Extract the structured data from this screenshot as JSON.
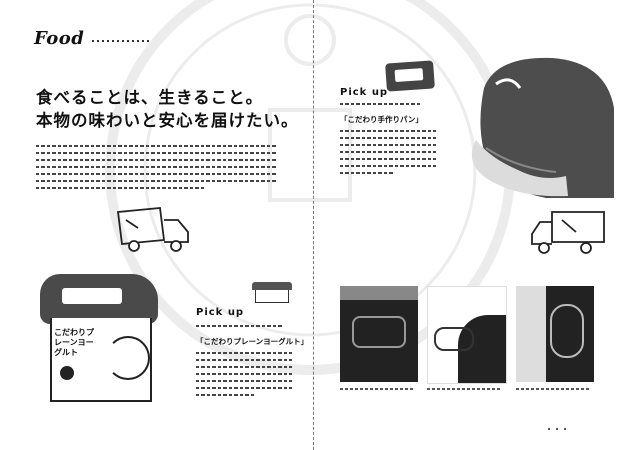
{
  "spread": {
    "left": {
      "section_title": "Food",
      "headline_line1": "食べることは、生きること。",
      "headline_line2": "本物の味わいと安心を届けたい。",
      "product": {
        "tag": "Pick up",
        "title": "「こだわりプレーンヨーグルト」",
        "tub_label": "こだわりプレーンヨーグルト"
      }
    },
    "right": {
      "product": {
        "tag": "Pick up",
        "title": "「こだわり手作りパン」"
      }
    }
  },
  "colors": {
    "ink": "#111111",
    "photo_dark": "#222222",
    "watermark": "#999999"
  },
  "icons": [
    "delivery-truck-icon",
    "delivery-truck-icon",
    "seal-watermark"
  ]
}
